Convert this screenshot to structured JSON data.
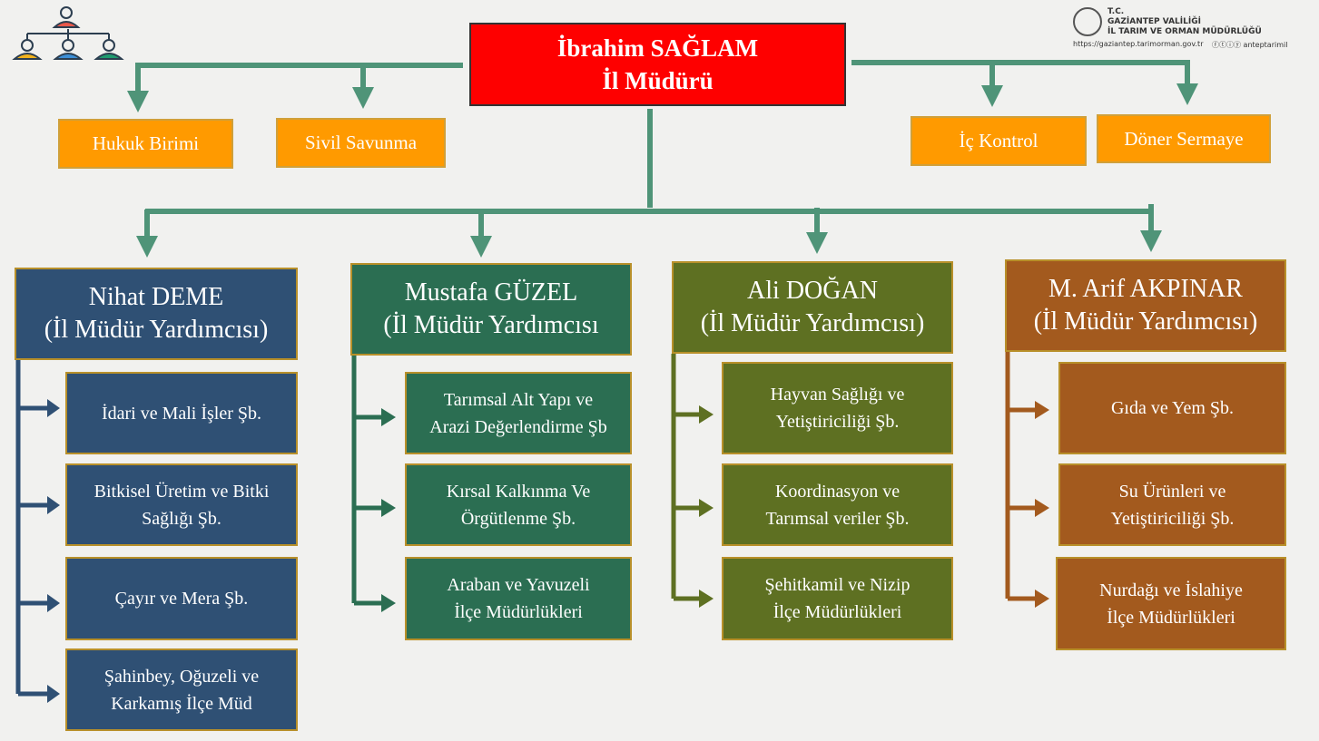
{
  "logo": {
    "line1": "T.C.",
    "line2": "GAZİANTEP VALİLİĞİ",
    "line3": "İL TARIM VE ORMAN MÜDÜRLÜĞÜ",
    "url": "https://gaziantep.tarimorman.gov.tr",
    "social": "ⓕⓣⓘⓨ anteptarimil"
  },
  "director": {
    "name": "İbrahim SAĞLAM",
    "title": "İl Müdürü"
  },
  "units": [
    "Hukuk Birimi",
    "Sivil Savunma",
    "İç Kontrol",
    "Döner Sermaye"
  ],
  "deputies": [
    {
      "name": "Nihat DEME",
      "title": "(İl Müdür Yardımcısı)",
      "branches": [
        [
          "İdari ve Mali İşler Şb."
        ],
        [
          "Bitkisel Üretim ve Bitki",
          "Sağlığı Şb."
        ],
        [
          "Çayır ve Mera Şb."
        ],
        [
          "Şahinbey, Oğuzeli ve",
          "Karkamış İlçe Müd"
        ]
      ]
    },
    {
      "name": "Mustafa GÜZEL",
      "title": "(İl Müdür Yardımcısı",
      "branches": [
        [
          "Tarımsal Alt Yapı ve",
          "Arazi Değerlendirme Şb"
        ],
        [
          "Kırsal Kalkınma Ve",
          "Örgütlenme Şb."
        ],
        [
          "Araban ve Yavuzeli",
          "İlçe Müdürlükleri"
        ]
      ]
    },
    {
      "name": "Ali DOĞAN",
      "title": "(İl Müdür Yardımcısı)",
      "branches": [
        [
          "Hayvan Sağlığı ve",
          "Yetiştiriciliği Şb."
        ],
        [
          "Koordinasyon ve",
          "Tarımsal veriler Şb."
        ],
        [
          "Şehitkamil ve Nizip",
          "İlçe Müdürlükleri"
        ]
      ]
    },
    {
      "name": "M. Arif AKPINAR",
      "title": "(İl Müdür Yardımcısı)",
      "branches": [
        [
          "Gıda ve Yem Şb."
        ],
        [
          "Su Ürünleri ve",
          "Yetiştiriciliği Şb."
        ],
        [
          "Nurdağı ve İslahiye",
          "İlçe Müdürlükleri"
        ]
      ]
    }
  ],
  "colors": {
    "arrow": "#4f9478",
    "blue": "#2f5074",
    "green": "#2b6e52",
    "olive": "#5e7022",
    "brown": "#a35a1e"
  }
}
